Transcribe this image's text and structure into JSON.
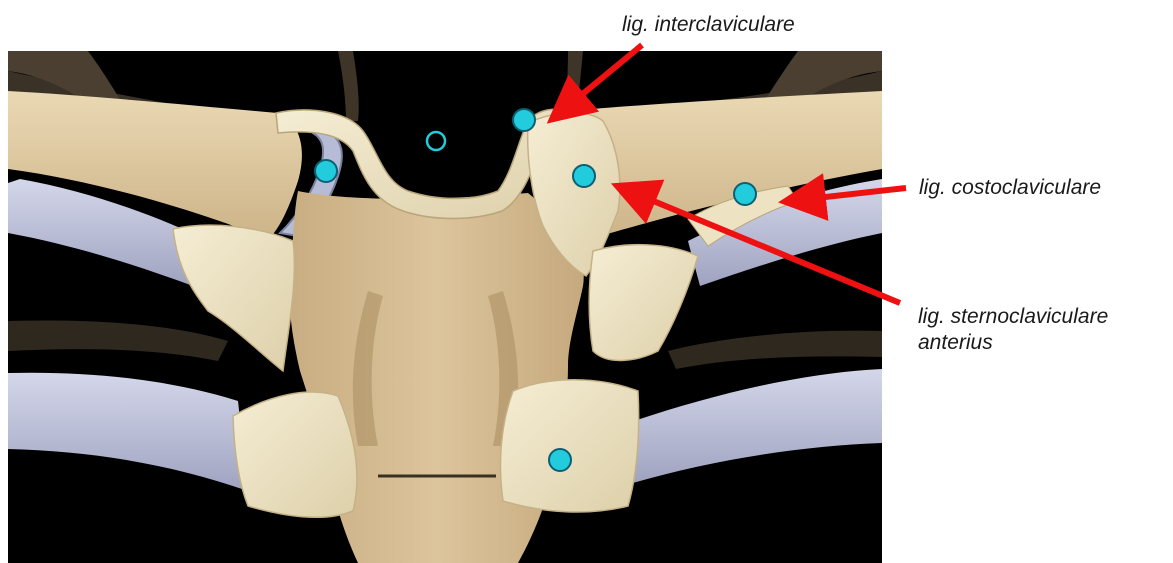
{
  "labels": {
    "interclaviculare": "lig. interclaviculare",
    "costoclaviculare": "lig. costoclaviculare",
    "sternoclaviculare_line1": "lig. sternoclaviculare",
    "sternoclaviculare_line2": "anterius"
  },
  "colors": {
    "background": "#000000",
    "bone": "#e2cfa6",
    "bone_shadow": "#b99b6c",
    "ligament": "#efe6c9",
    "cartilage": "#c9cde0",
    "marker": "#22ccdd",
    "marker_outline": "#0a5f73",
    "arrow": "#ee1111"
  },
  "markers": [
    {
      "id": "lig-interclaviculare-marker",
      "filled": true
    },
    {
      "id": "lig-sternoclaviculare-posterius-marker",
      "filled": true
    },
    {
      "id": "lig-sternoclaviculare-anterius-marker",
      "filled": true
    },
    {
      "id": "lig-costoclaviculare-marker",
      "filled": true
    },
    {
      "id": "lig-sternocostale-marker",
      "filled": true
    },
    {
      "id": "incisura-jugularis-marker",
      "filled": false
    }
  ]
}
